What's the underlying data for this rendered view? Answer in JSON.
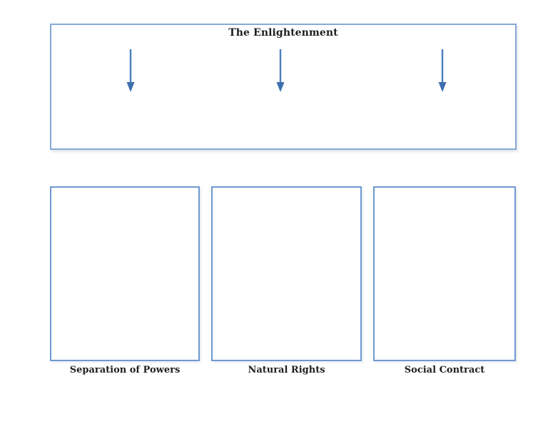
{
  "diagram": {
    "source_box": {
      "title": "The Enlightenment"
    },
    "arrows": {
      "count": 3,
      "icon": "down-arrow",
      "color": "#4a7ebb"
    },
    "concept_boxes": [
      {
        "label": "Separation of Powers"
      },
      {
        "label": "Natural Rights"
      },
      {
        "label": "Social Contract"
      }
    ],
    "colors": {
      "source_box_border": "#85a8d6",
      "concept_box_border": "#6d99d0",
      "arrow": "#4a7ebb",
      "text": "#1f1f1f",
      "page_background": "#ffffff"
    }
  }
}
